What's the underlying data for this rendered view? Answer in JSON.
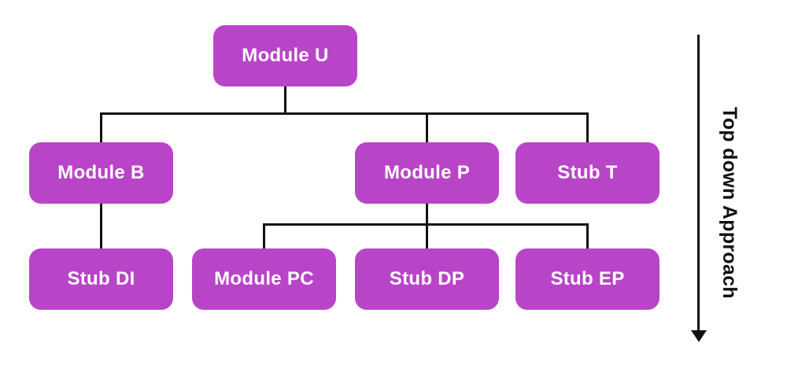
{
  "diagram": {
    "type": "hierarchy-tree",
    "annotation": {
      "label": "Top down Approach",
      "direction": "down"
    },
    "nodes": [
      {
        "id": "module-u",
        "label": "Module U",
        "level": 1
      },
      {
        "id": "module-b",
        "label": "Module B",
        "level": 2
      },
      {
        "id": "module-p",
        "label": "Module P",
        "level": 2
      },
      {
        "id": "stub-t",
        "label": "Stub T",
        "level": 2
      },
      {
        "id": "stub-di",
        "label": "Stub DI",
        "level": 3
      },
      {
        "id": "module-pc",
        "label": "Module PC",
        "level": 3
      },
      {
        "id": "stub-dp",
        "label": "Stub DP",
        "level": 3
      },
      {
        "id": "stub-ep",
        "label": "Stub EP",
        "level": 3
      }
    ],
    "edges": [
      {
        "from": "Module U",
        "to": "Module B"
      },
      {
        "from": "Module U",
        "to": "Module P"
      },
      {
        "from": "Module U",
        "to": "Stub T"
      },
      {
        "from": "Module B",
        "to": "Stub DI"
      },
      {
        "from": "Module P",
        "to": "Module PC"
      },
      {
        "from": "Module P",
        "to": "Stub DP"
      },
      {
        "from": "Module P",
        "to": "Stub EP"
      }
    ],
    "colors": {
      "node_fill": "#B845C8",
      "node_text": "#FFFFFF",
      "connector": "#111111",
      "background": "#FFFFFF"
    }
  }
}
